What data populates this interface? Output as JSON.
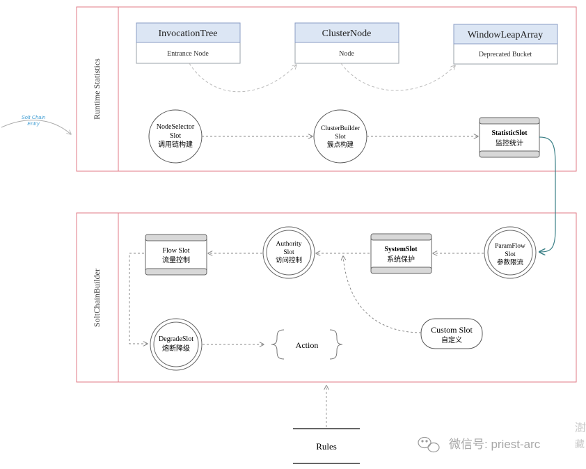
{
  "entry_label": [
    "Solt Chain",
    "Entry"
  ],
  "panels": {
    "runtime": {
      "label": "Runtime Statistics"
    },
    "builder": {
      "label": "SoltChainBuilder"
    }
  },
  "nodes": {
    "invocation_tree": {
      "title": "InvocationTree",
      "subtitle": "Entrance Node"
    },
    "cluster_node": {
      "title": "ClusterNode",
      "subtitle": "Node"
    },
    "window_leap_array": {
      "title": "WindowLeapArray",
      "subtitle": "Deprecated Bucket"
    }
  },
  "slots": {
    "node_selector": {
      "line1": "NodeSelector",
      "line2": "Slot",
      "line3": "调用链构建"
    },
    "cluster_builder": {
      "line1": "ClusterBuilder",
      "line2": "Slot",
      "line3": "簇点构建"
    },
    "statistic": {
      "line1": "StatisticSlot",
      "line2": "监控统计"
    },
    "param_flow": {
      "line1": "ParamFlow",
      "line2": "Slot",
      "line3": "参数限流"
    },
    "system": {
      "line1": "SystemSlot",
      "line2": "系统保护"
    },
    "authority": {
      "line1": "Authority",
      "line2": "Slot",
      "line3": "访问控制"
    },
    "flow": {
      "line1": "Flow Slot",
      "line2": "流量控制"
    },
    "degrade": {
      "line1": "DegradeSlot",
      "line2": "熔断降级"
    },
    "custom": {
      "line1": "Custom Slot",
      "line2": "自定义"
    }
  },
  "action": {
    "label": "Action"
  },
  "rules": {
    "label": "Rules"
  },
  "watermark": {
    "text": "微信号: priest-arc",
    "corner": [
      "澍",
      "藏"
    ]
  },
  "colors": {
    "panel_border": "#e07a85",
    "header_fill": "#dce6f4",
    "header_border": "#8a9cc4",
    "entry_text": "#4ba3d6",
    "connector_teal": "#3a7f86"
  }
}
